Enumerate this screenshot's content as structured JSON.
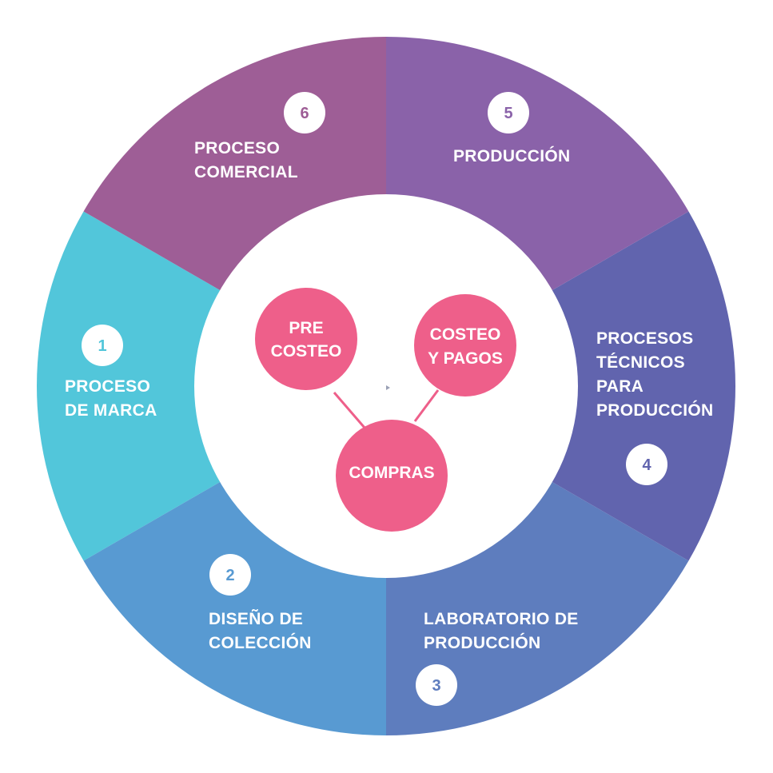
{
  "segments": [
    {
      "number": "1",
      "lines": [
        "PROCESO",
        "DE MARCA"
      ],
      "color": "#52c6da"
    },
    {
      "number": "2",
      "lines": [
        "DISEÑO DE",
        "COLECCIÓN"
      ],
      "color": "#589ad2"
    },
    {
      "number": "3",
      "lines": [
        "LABORATORIO DE",
        "PRODUCCIÓN"
      ],
      "color": "#5e7dbe"
    },
    {
      "number": "4",
      "lines": [
        "PROCESOS",
        "TÉCNICOS",
        "PARA",
        "PRODUCCIÓN"
      ],
      "color": "#6164ae"
    },
    {
      "number": "5",
      "lines": [
        "PRODUCCIÓN"
      ],
      "color": "#8a62a9"
    },
    {
      "number": "6",
      "lines": [
        "PROCESO",
        "COMERCIAL"
      ],
      "color": "#9e5e96"
    }
  ],
  "center": {
    "bubbles": [
      {
        "lines": [
          "PRE",
          "COSTEO"
        ]
      },
      {
        "lines": [
          "COSTEO",
          "Y PAGOS"
        ]
      },
      {
        "lines": [
          "COMPRAS"
        ]
      }
    ],
    "bubble_color": "#ee5f8a",
    "connector_color": "#ee5f8a"
  }
}
